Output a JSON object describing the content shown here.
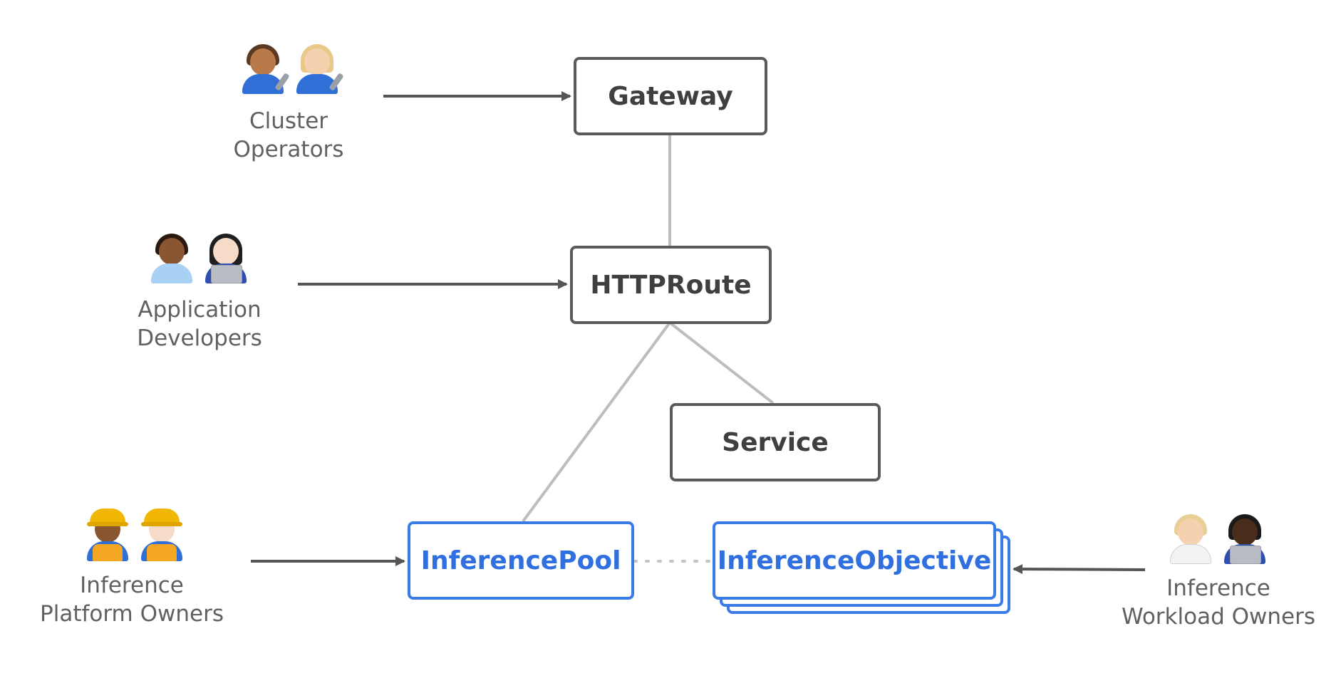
{
  "nodes": {
    "gateway": {
      "label": "Gateway"
    },
    "httproute": {
      "label": "HTTPRoute"
    },
    "service": {
      "label": "Service"
    },
    "inferencepool": {
      "label": "InferencePool"
    },
    "inferenceobjective": {
      "label": "InferenceObjective"
    }
  },
  "personas": {
    "cluster_operators": {
      "lines": [
        "Cluster",
        "Operators"
      ],
      "icons": [
        "mechanic-man-icon",
        "mechanic-woman-icon"
      ]
    },
    "application_developers": {
      "lines": [
        "Application",
        "Developers"
      ],
      "icons": [
        "office-man-icon",
        "technologist-woman-icon"
      ]
    },
    "inference_platform_owners": {
      "lines": [
        "Inference",
        "Platform Owners"
      ],
      "icons": [
        "construction-worker-woman-icon",
        "construction-worker-man-icon"
      ]
    },
    "inference_workload_owners": {
      "lines": [
        "Inference",
        "Workload Owners"
      ],
      "icons": [
        "health-worker-icon",
        "technologist-icon"
      ]
    }
  },
  "colors": {
    "box_border": "#5a5a5a",
    "box_text": "#3f3f3f",
    "blue": "#3b7be6",
    "connector": "#bdbdbd",
    "arrow": "#555555",
    "persona_text": "#606060"
  }
}
